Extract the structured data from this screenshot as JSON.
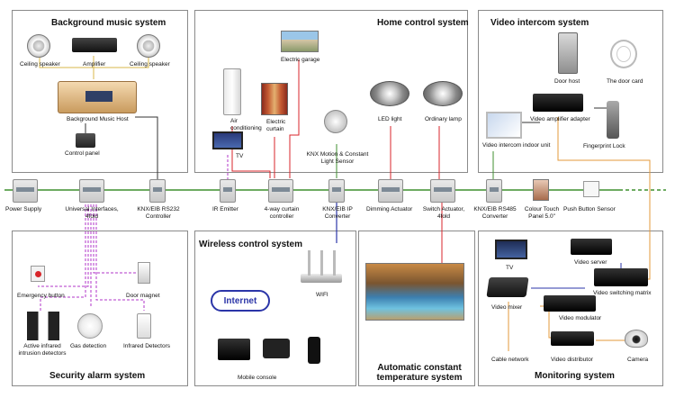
{
  "panels": {
    "background_music": "Background music system",
    "home_control": "Home control system",
    "video_intercom": "Video intercom system",
    "security_alarm": "Security alarm system",
    "wireless_control": "Wireless control system",
    "constant_temperature": "Automatic constant temperature system",
    "monitoring": "Monitoring system"
  },
  "music": {
    "ceiling_speaker_left": "Ceiling speaker",
    "amplifier": "Amplifier",
    "ceiling_speaker_right": "Ceiling speaker",
    "host": "Background Music Host",
    "control_panel": "Control panel"
  },
  "home": {
    "electric_garage": "Electric garage",
    "air_conditioning": "Air conditioning",
    "electric_curtain": "Electric curtain",
    "tv": "TV",
    "led_light": "LED light",
    "ordinary_lamp": "Ordinary lamp",
    "motion_sensor": "KNX Motion & Constant Light Sensor"
  },
  "intercom": {
    "door_host": "Door host",
    "door_card": "The door card",
    "video_amplifier_adapter": "Video amplifier adapter",
    "indoor_unit": "Video intercom indoor unit",
    "fingerprint_lock": "Fingerprint Lock"
  },
  "bus": {
    "power_supply": "Power Supply",
    "universal_interfaces": "Universal Interfaces, 4fold",
    "rs232": "KNX/EIB RS232 Controller",
    "ir_emitter": "IR Emitter",
    "curtain_controller": "4-way curtain controller",
    "ip_converter": "KNX/EIB IP Converter",
    "dimming": "Dimming Actuator",
    "switch_actuator": "Switch Actuator, 4fold",
    "rs485": "KNX/EIB RS485 Converter",
    "colour_touch": "Colour Touch Panel 5.0\"",
    "push_button": "Push Button Sensor"
  },
  "security": {
    "emergency_button": "Emergency button",
    "door_magnet": "Door magnet",
    "active_infrared": "Active infrared intrusion detectors",
    "gas_detection": "Gas detection",
    "infrared_detectors": "Infrared Detectors"
  },
  "wireless": {
    "internet": "Internet",
    "wifi": "WIFI",
    "mobile_console": "Mobile console"
  },
  "monitoring": {
    "tv": "TV",
    "video_server": "Video server",
    "video_switching_matrix": "Video switching matrix",
    "video_mixer": "Video mixer",
    "video_modulator": "Video modulator",
    "cable_network": "Cable network",
    "video_distributor": "Video distributor",
    "camera": "Camera"
  },
  "colors": {
    "bus_green": "#3f8f2f",
    "power_red": "#d8262b",
    "alarm_purple": "#b036c8",
    "video_orange": "#e39a3b",
    "wifi_blue": "#2b35a8"
  }
}
